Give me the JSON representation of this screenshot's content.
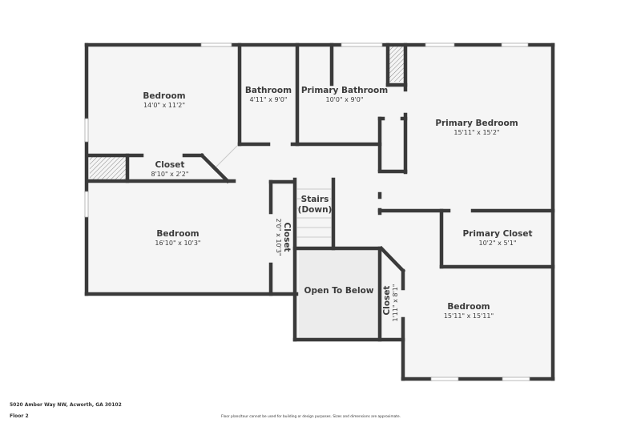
{
  "plan": {
    "address": "5020 Amber Way NW, Acworth, GA 30102",
    "floor": "Floor 2",
    "disclaimer": "Floor plans/tour cannot be used for building or design purposes. Sizes and dimensions are approximate.",
    "colors": {
      "wall": "#3a3a3a",
      "floor": "#f5f5f5",
      "open_to_below": "#ececec",
      "window": "#ffffff"
    }
  },
  "rooms": {
    "bedroom_nw": {
      "name": "Bedroom",
      "dim": "14'0\" x 11'2\""
    },
    "bathroom": {
      "name": "Bathroom",
      "dim": "4'11\" x 9'0\""
    },
    "primary_bathroom": {
      "name": "Primary Bathroom",
      "dim": "10'0\" x 9'0\""
    },
    "primary_bedroom": {
      "name": "Primary Bedroom",
      "dim": "15'11\" x 15'2\""
    },
    "closet_nw": {
      "name": "Closet",
      "dim": "8'10\" x 2'2\""
    },
    "bedroom_w": {
      "name": "Bedroom",
      "dim": "16'10\" x 10'3\""
    },
    "closet_w": {
      "name": "Closet",
      "dim": "2'0\" x 10'3\""
    },
    "stairs": {
      "name_line1": "Stairs",
      "name_line2": "(Down)"
    },
    "open_to_below": {
      "name": "Open To Below"
    },
    "primary_closet": {
      "name": "Primary Closet",
      "dim": "10'2\" x 5'1\""
    },
    "closet_se": {
      "name": "Closet",
      "dim": "1'11\" x 8'1\""
    },
    "bedroom_se": {
      "name": "Bedroom",
      "dim": "15'11\" x 15'11\""
    }
  }
}
